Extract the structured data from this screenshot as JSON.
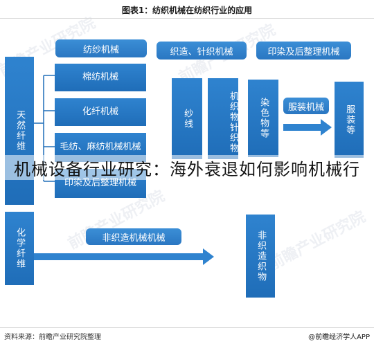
{
  "title": "图表1：纺织机械在纺织行业的应用",
  "left_group_top": {
    "label": "天然纤维"
  },
  "left_group_bottom": {
    "label": "化学纤维"
  },
  "spinning": {
    "header": "纺纱机械",
    "items": [
      "棉纺机械",
      "化纤机械",
      "毛纺、麻纺机械机械",
      "印染及后整理机械"
    ]
  },
  "weaving_header": "织造、针织机械",
  "dyeing_header": "印染及后整理机械",
  "yarn": "纱线",
  "fabric": "机织物针织物",
  "dyed": "染色物等",
  "garment_machine": "服装机械",
  "clothing": "服装等",
  "nonwoven_machine": "非织造机械机械",
  "nonwoven_fabric": "非织造织物",
  "overlay_text": "机械设备行业研究：海外衰退如何影响机械行",
  "source": "资料来源：前瞻产业研究院整理",
  "brand": "@前瞻经济学人APP",
  "watermark": "前瞻产业研究院",
  "colors": {
    "primary": "#1f6db8",
    "accent": "#2f83cf"
  }
}
